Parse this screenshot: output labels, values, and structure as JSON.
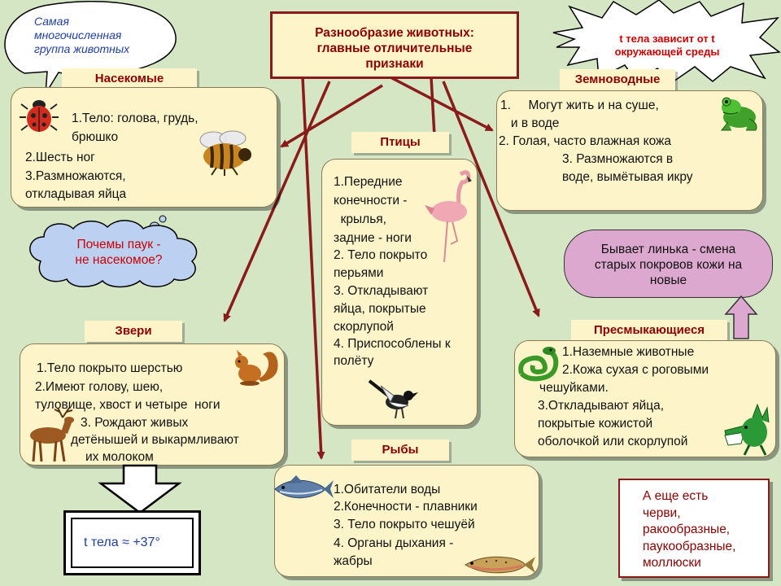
{
  "title": [
    "Разнообразие животных:",
    "главные отличительные",
    "признаки"
  ],
  "callout_insects": [
    "Самая",
    "многочисленная",
    "группа животных"
  ],
  "callout_temp_cold": [
    "t тела зависит от t",
    "окружающей среды"
  ],
  "callout_spider": [
    "Почемы паук -",
    "не насекомое?"
  ],
  "callout_molt": [
    "Бывает линька - смена",
    "старых покровов кожи на",
    "новые"
  ],
  "callout_warm": "t тела ≈ +37°",
  "also_note": [
    "А еще есть",
    "черви,",
    "ракообразные,",
    "паукообразные,",
    "моллюски"
  ],
  "groups": {
    "insects": {
      "name": "Насекомые",
      "lines": [
        "1.Тело: голова, грудь,",
        "брюшко",
        "2.Шесть ног",
        "3.Размножаются,",
        "откладывая яйца"
      ]
    },
    "amphibians": {
      "name": "Земноводные",
      "lines": [
        "1.     Могут жить и на суше,",
        "   и в воде",
        "2. Голая, часто влажная кожа",
        "3. Размножаются в",
        "воде, вымётывая икру"
      ]
    },
    "birds": {
      "name": "Птицы",
      "lines": [
        "1.Передние",
        "конечности -",
        "  крылья,",
        "задние - ноги",
        "2. Тело покрыто",
        "перьями",
        "3. Откладывают",
        "яйца, покрытые",
        "скорлупой",
        "4. Приспособлены к",
        "полёту"
      ]
    },
    "mammals": {
      "name": "Звери",
      "lines": [
        "1.Тело покрыто шерстью",
        "2.Имеют голову, шею,",
        "туловище, хвост и четыре  ноги",
        "3. Рождают живых",
        "детёнышей и выкармливают",
        "их молоком"
      ]
    },
    "reptiles": {
      "name": "Пресмыкающиеся",
      "lines": [
        "1.Наземные животные",
        "2.Кожа сухая с роговыми",
        "чешуйками.",
        "3.Откладывают яйца,",
        "покрытые кожистой",
        "оболочкой или скорлупой"
      ]
    },
    "fish": {
      "name": "Рыбы",
      "lines": [
        "1.Обитатели воды",
        "2.Конечности - плавники",
        "3. Тело покрыто чешуёй",
        "4. Органы дыхания -",
        "жабры"
      ]
    }
  },
  "colors": {
    "background": "#d4e6c4",
    "box_fill": "#fdf5c9",
    "arrow": "#8b1a1a",
    "heading": "#8b0000",
    "callout_text_blue": "#1f3f9f",
    "callout_text_red": "#cc0000",
    "molt_fill": "#dca8cf",
    "cloud_fill": "#bcd0f2"
  }
}
